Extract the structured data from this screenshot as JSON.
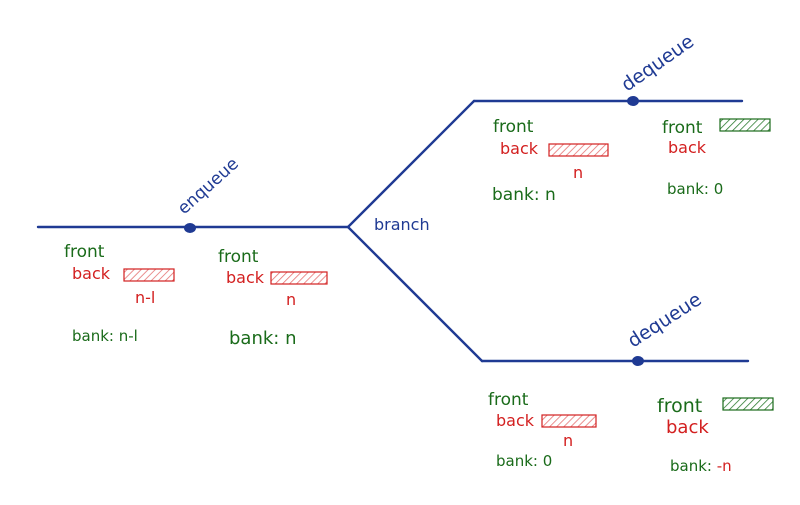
{
  "colors": {
    "line": "#1f3a93",
    "green": "#1a6b1a",
    "red": "#d32020",
    "hatch_red": "#e57373",
    "hatch_green": "#2e7d32"
  },
  "labels": {
    "enqueue": "enqueue",
    "branch": "branch",
    "dequeue_top": "dequeue",
    "dequeue_bottom": "dequeue"
  },
  "states": {
    "s1": {
      "front": "front",
      "back": "back",
      "index": "n-l",
      "bank": "bank: n-l"
    },
    "s2": {
      "front": "front",
      "back": "back",
      "index": "n",
      "bank": "bank: n"
    },
    "top_left": {
      "front": "front",
      "back": "back",
      "index": "n",
      "bank": "bank: n"
    },
    "top_right": {
      "front": "front",
      "back": "back",
      "bank": "bank: 0"
    },
    "bottom_left": {
      "front": "front",
      "back": "back",
      "index": "n",
      "bank": "bank: 0"
    },
    "bottom_right": {
      "front": "front",
      "back": "back",
      "bank_prefix": "bank: ",
      "bank_value": "-n"
    }
  }
}
